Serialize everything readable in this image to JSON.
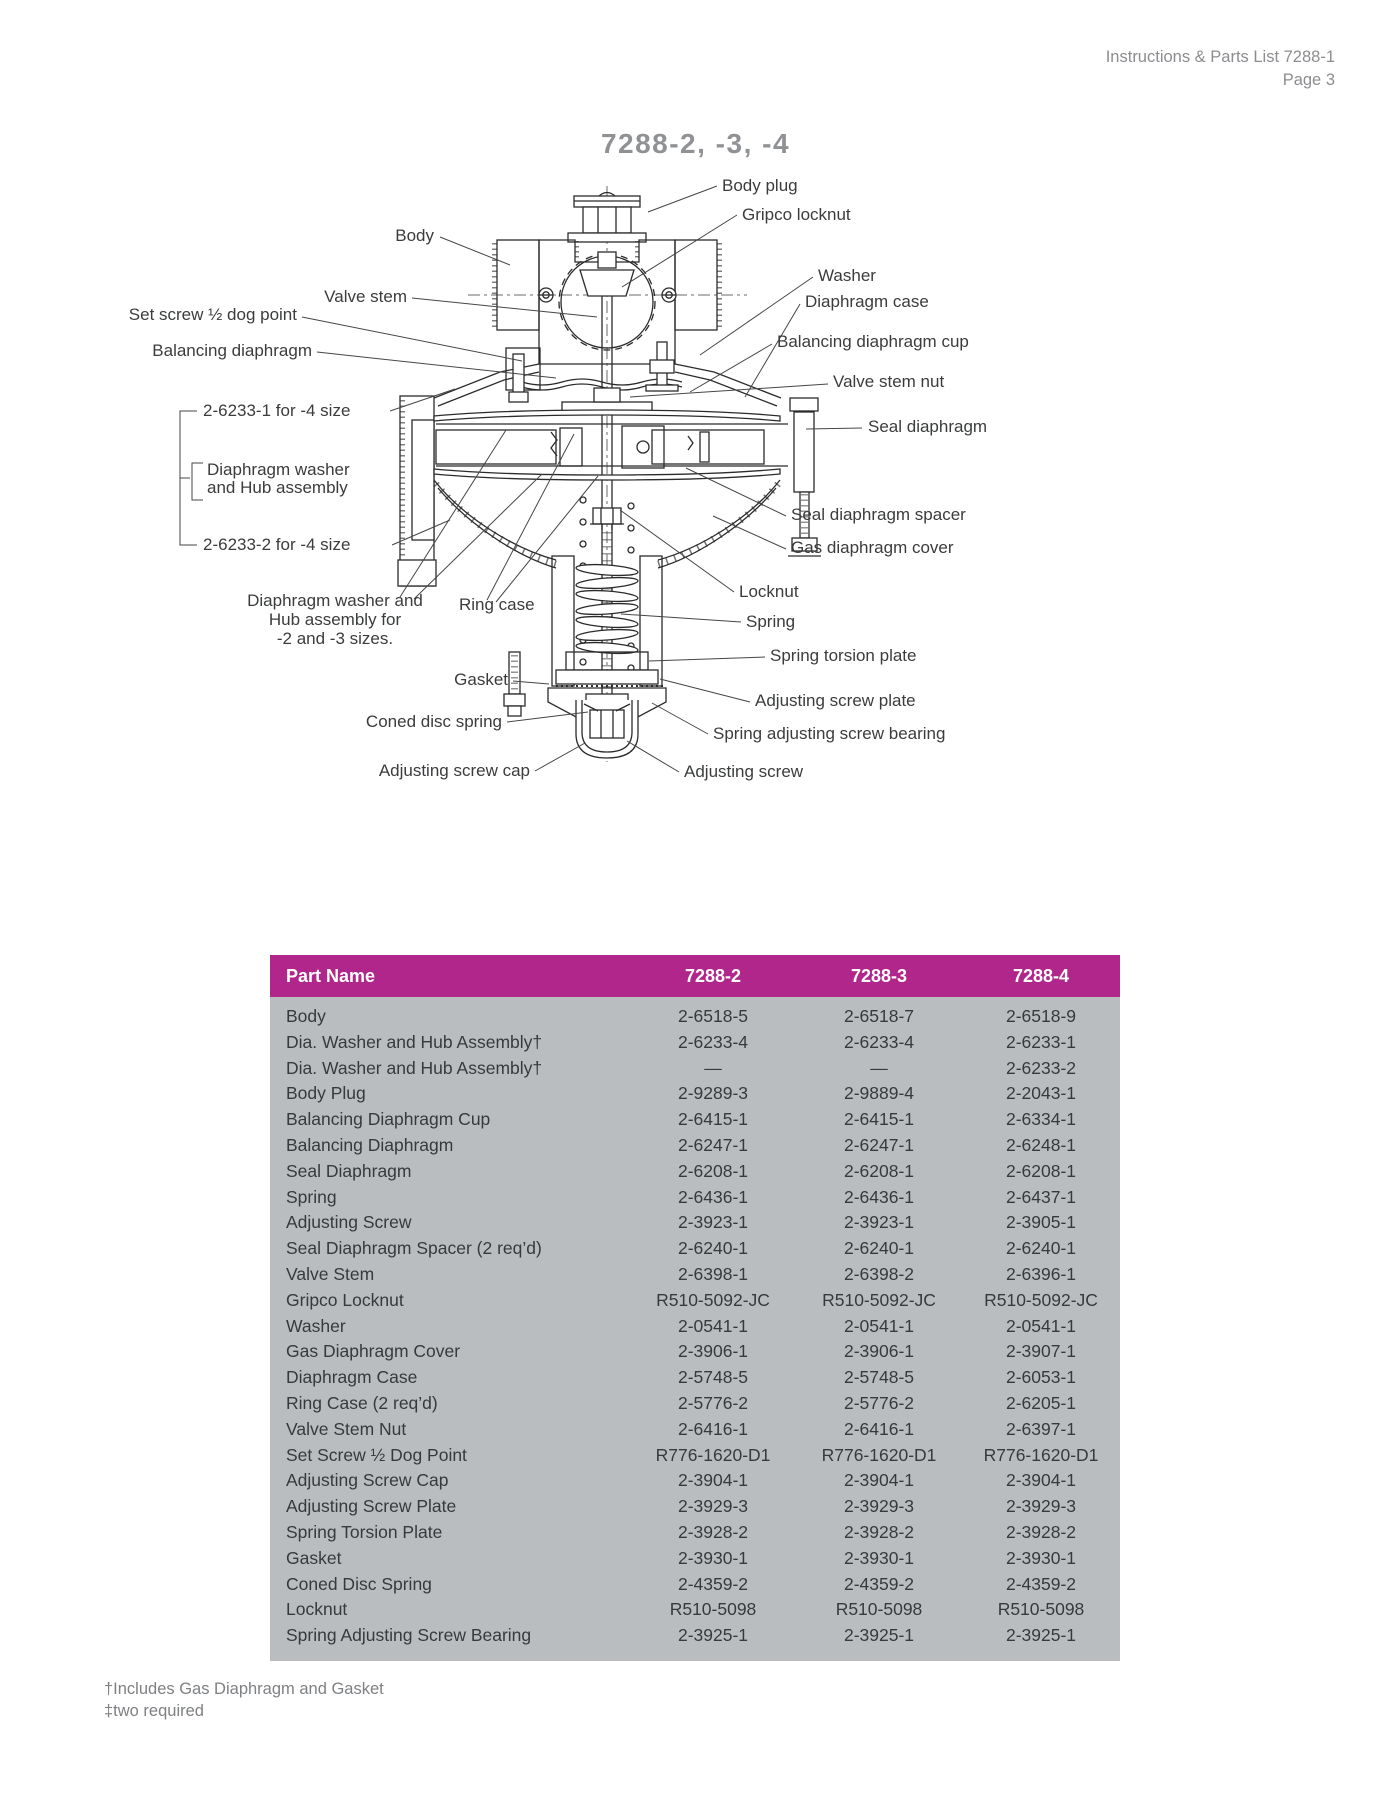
{
  "page_header": {
    "doc_title": "Instructions & Parts List 7288-1",
    "page": "Page 3"
  },
  "diagram": {
    "title": "7288-2, -3, -4",
    "labels": {
      "body_plug": "Body plug",
      "gripco_locknut": "Gripco locknut",
      "body": "Body",
      "washer": "Washer",
      "valve_stem": "Valve stem",
      "diaphragm_case": "Diaphragm case",
      "set_screw": "Set screw ½ dog point",
      "balancing_diaphragm_cup": "Balancing diaphragm cup",
      "balancing_diaphragm": "Balancing diaphragm",
      "valve_stem_nut": "Valve stem nut",
      "part_6233_1": "2-6233-1 for -4 size",
      "seal_diaphragm": "Seal diaphragm",
      "dia_washer_hub_1": "Diaphragm washer",
      "dia_washer_hub_2": "and Hub assembly",
      "seal_diaphragm_spacer": "Seal diaphragm spacer",
      "part_6233_2": "2-6233-2 for -4 size",
      "gas_diaphragm_cover": "Gas diaphragm cover",
      "locknut": "Locknut",
      "dia_washer_23_1": "Diaphragm washer and",
      "dia_washer_23_2": "Hub assembly for",
      "dia_washer_23_3": "-2 and -3 sizes.",
      "ring_case": "Ring case",
      "spring": "Spring",
      "spring_torsion_plate": "Spring torsion plate",
      "gasket": "Gasket",
      "adjusting_screw_plate": "Adjusting screw plate",
      "coned_disc_spring": "Coned disc spring",
      "spring_adj_screw_bearing": "Spring adjusting screw bearing",
      "adjusting_screw_cap": "Adjusting screw cap",
      "adjusting_screw": "Adjusting screw"
    }
  },
  "table": {
    "headers": [
      "Part Name",
      "7288-2",
      "7288-3",
      "7288-4"
    ],
    "rows": [
      [
        "Body",
        "2-6518-5",
        "2-6518-7",
        "2-6518-9"
      ],
      [
        "Dia. Washer and Hub Assembly†",
        "2-6233-4",
        "2-6233-4",
        "2-6233-1"
      ],
      [
        "Dia. Washer and Hub Assembly†",
        "—",
        "—",
        "2-6233-2"
      ],
      [
        "Body Plug",
        "2-9289-3",
        "2-9889-4",
        "2-2043-1"
      ],
      [
        "Balancing Diaphragm Cup",
        "2-6415-1",
        "2-6415-1",
        "2-6334-1"
      ],
      [
        "Balancing Diaphragm",
        "2-6247-1",
        "2-6247-1",
        "2-6248-1"
      ],
      [
        "Seal Diaphragm",
        "2-6208-1",
        "2-6208-1",
        "2-6208-1"
      ],
      [
        "Spring",
        "2-6436-1",
        "2-6436-1",
        "2-6437-1"
      ],
      [
        "Adjusting Screw",
        "2-3923-1",
        "2-3923-1",
        "2-3905-1"
      ],
      [
        "Seal Diaphragm Spacer (2 req’d)",
        "2-6240-1",
        "2-6240-1",
        "2-6240-1"
      ],
      [
        "Valve Stem",
        "2-6398-1",
        "2-6398-2",
        "2-6396-1"
      ],
      [
        "Gripco Locknut",
        "R510-5092-JC",
        "R510-5092-JC",
        "R510-5092-JC"
      ],
      [
        "Washer",
        "2-0541-1",
        "2-0541-1",
        "2-0541-1"
      ],
      [
        "Gas Diaphragm Cover",
        "2-3906-1",
        "2-3906-1",
        "2-3907-1"
      ],
      [
        "Diaphragm Case",
        "2-5748-5",
        "2-5748-5",
        "2-6053-1"
      ],
      [
        "Ring Case (2 req’d)",
        "2-5776-2",
        "2-5776-2",
        "2-6205-1"
      ],
      [
        "Valve Stem Nut",
        "2-6416-1",
        "2-6416-1",
        "2-6397-1"
      ],
      [
        "Set Screw ½ Dog Point",
        "R776-1620-D1",
        "R776-1620-D1",
        "R776-1620-D1"
      ],
      [
        "Adjusting Screw Cap",
        "2-3904-1",
        "2-3904-1",
        "2-3904-1"
      ],
      [
        "Adjusting Screw Plate",
        "2-3929-3",
        "2-3929-3",
        "2-3929-3"
      ],
      [
        "Spring Torsion Plate",
        "2-3928-2",
        "2-3928-2",
        "2-3928-2"
      ],
      [
        "Gasket",
        "2-3930-1",
        "2-3930-1",
        "2-3930-1"
      ],
      [
        "Coned Disc Spring",
        "2-4359-2",
        "2-4359-2",
        "2-4359-2"
      ],
      [
        "Locknut",
        "R510-5098",
        "R510-5098",
        "R510-5098"
      ],
      [
        "Spring Adjusting Screw Bearing",
        "2-3925-1",
        "2-3925-1",
        "2-3925-1"
      ]
    ]
  },
  "footnotes": [
    "†Includes Gas Diaphragm and Gasket",
    "‡two required"
  ],
  "colors": {
    "accent": "#b0268b",
    "table_body_bg": "#babdbf"
  }
}
